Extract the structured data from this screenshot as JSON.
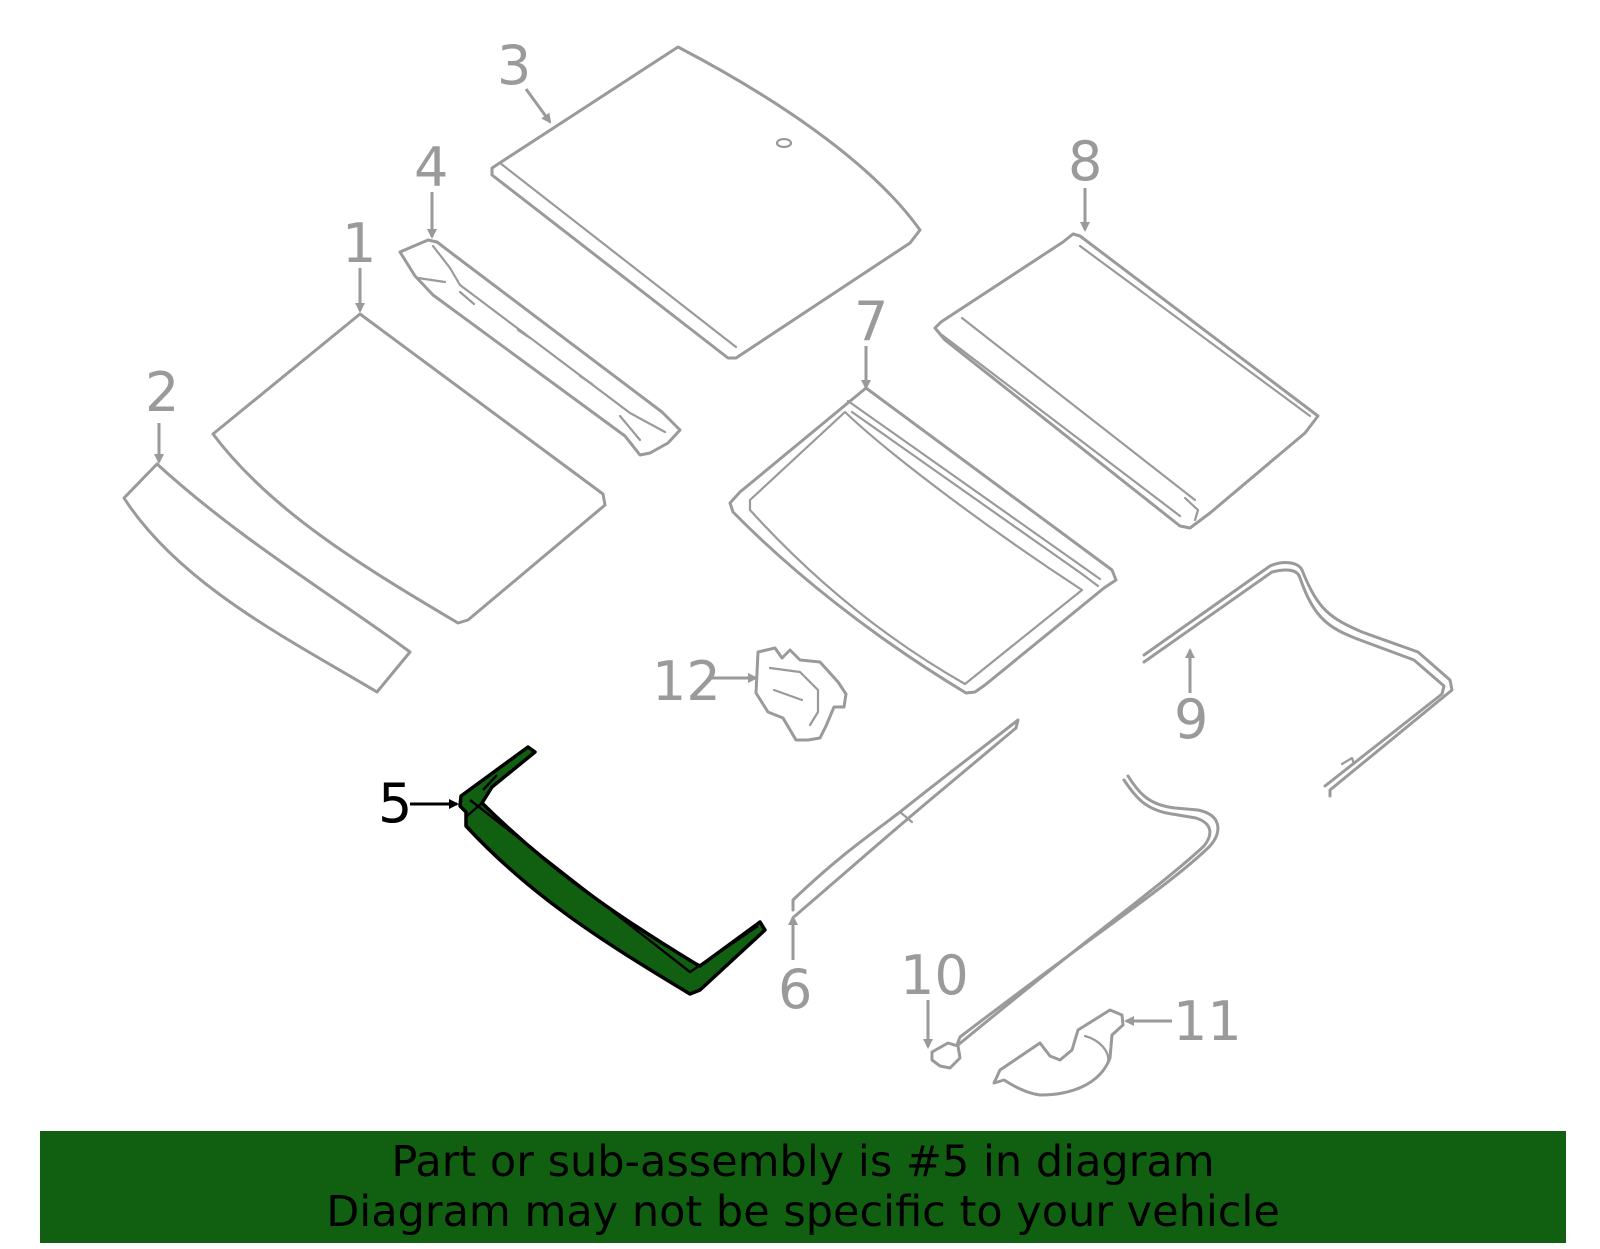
{
  "diagram": {
    "callouts": [
      "1",
      "2",
      "3",
      "4",
      "5",
      "6",
      "7",
      "8",
      "9",
      "10",
      "11",
      "12"
    ],
    "highlighted_part": "5"
  },
  "banner": {
    "line1": "Part or sub-assembly is #5 in diagram",
    "line2": "Diagram may not be specific to your vehicle"
  },
  "colors": {
    "part_outline": "#9a9a9a",
    "highlight_fill": "#116011",
    "banner_background": "#116011",
    "text": "#000000"
  }
}
